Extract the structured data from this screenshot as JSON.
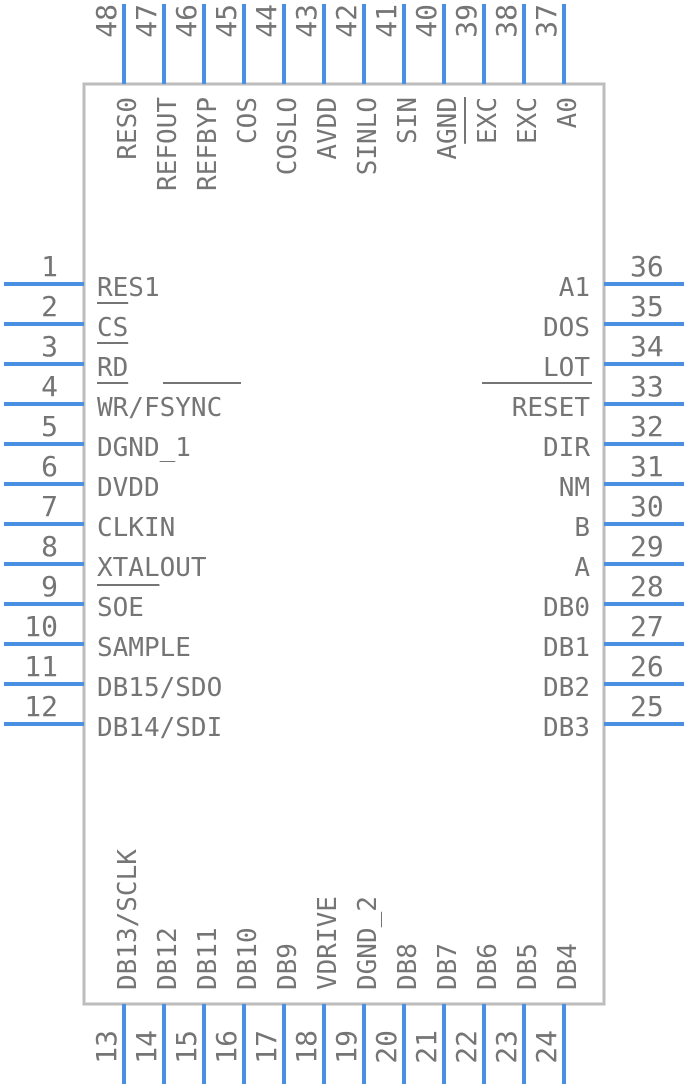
{
  "component": {
    "left_pins": [
      {
        "num": "1",
        "label": "RES1"
      },
      {
        "num": "2",
        "label": "CS"
      },
      {
        "num": "3",
        "label": "RD"
      },
      {
        "num": "4",
        "label": "WR/FSYNC"
      },
      {
        "num": "5",
        "label": "DGND_1"
      },
      {
        "num": "6",
        "label": "DVDD"
      },
      {
        "num": "7",
        "label": "CLKIN"
      },
      {
        "num": "8",
        "label": "XTALOUT"
      },
      {
        "num": "9",
        "label": "SOE"
      },
      {
        "num": "10",
        "label": "SAMPLE"
      },
      {
        "num": "11",
        "label": "DB15/SDO"
      },
      {
        "num": "12",
        "label": "DB14/SDI"
      }
    ],
    "right_pins": [
      {
        "num": "36",
        "label": "A1"
      },
      {
        "num": "35",
        "label": "DOS"
      },
      {
        "num": "34",
        "label": "LOT"
      },
      {
        "num": "33",
        "label": "RESET"
      },
      {
        "num": "32",
        "label": "DIR"
      },
      {
        "num": "31",
        "label": "NM"
      },
      {
        "num": "30",
        "label": "B"
      },
      {
        "num": "29",
        "label": "A"
      },
      {
        "num": "28",
        "label": "DB0"
      },
      {
        "num": "27",
        "label": "DB1"
      },
      {
        "num": "26",
        "label": "DB2"
      },
      {
        "num": "25",
        "label": "DB3"
      }
    ],
    "top_pins": [
      {
        "num": "48",
        "label": "RES0"
      },
      {
        "num": "47",
        "label": "REFOUT"
      },
      {
        "num": "46",
        "label": "REFBYP"
      },
      {
        "num": "45",
        "label": "COS"
      },
      {
        "num": "44",
        "label": "COSLO"
      },
      {
        "num": "43",
        "label": "AVDD"
      },
      {
        "num": "42",
        "label": "SINLO"
      },
      {
        "num": "41",
        "label": "SIN"
      },
      {
        "num": "40",
        "label": "AGND"
      },
      {
        "num": "39",
        "label": "EXC"
      },
      {
        "num": "38",
        "label": "EXC"
      },
      {
        "num": "37",
        "label": "A0"
      }
    ],
    "bottom_pins": [
      {
        "num": "13",
        "label": "DB13/SCLK"
      },
      {
        "num": "14",
        "label": "DB12"
      },
      {
        "num": "15",
        "label": "DB11"
      },
      {
        "num": "16",
        "label": "DB10"
      },
      {
        "num": "17",
        "label": "DB9"
      },
      {
        "num": "18",
        "label": "VDRIVE"
      },
      {
        "num": "19",
        "label": "DGND_2"
      },
      {
        "num": "20",
        "label": "DB8"
      },
      {
        "num": "21",
        "label": "DB7"
      },
      {
        "num": "22",
        "label": "DB6"
      },
      {
        "num": "23",
        "label": "DB5"
      },
      {
        "num": "24",
        "label": "DB4"
      }
    ],
    "colors": {
      "pin_line": "#4a90e2",
      "text": "#757575",
      "body_outline": "#bdbdbd"
    }
  }
}
